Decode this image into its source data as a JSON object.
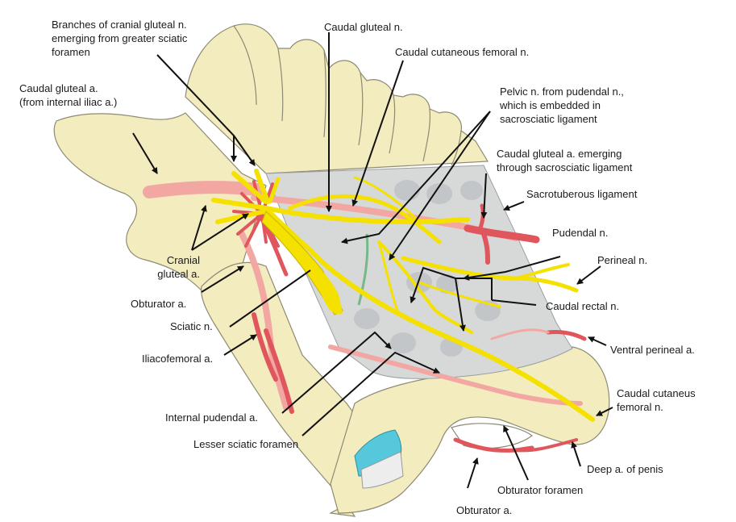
{
  "colors": {
    "bone": "#f3ecbf",
    "bone_outline": "#8d8a74",
    "ligament": "#d7d8d8",
    "ligament_spot": "#c2c6c8",
    "nerve": "#f5e100",
    "nerve_outline": "#c9b400",
    "artery": "#e0565d",
    "artery_light": "#f2a7a3",
    "leader": "#111111",
    "cartilage": "#55c9db",
    "green_vessel": "#76b88a"
  },
  "labels": {
    "branches_cranial_gluteal": [
      "Branches of cranial gluteal n.",
      "emerging from greater sciatic",
      "foramen"
    ],
    "caudal_gluteal_n": [
      "Caudal gluteal n."
    ],
    "caudal_cutaneous_femoral_top": [
      "Caudal cutaneous femoral n."
    ],
    "caudal_gluteal_a": [
      "Caudal gluteal a.",
      "(from internal iliac a.)"
    ],
    "pelvic_n": [
      "Pelvic n. from pudendal n.,",
      "which is embedded in",
      "sacrosciatic ligament"
    ],
    "caudal_gluteal_a_emerging": [
      "Caudal gluteal a. emerging",
      "through sacrosciatic ligament"
    ],
    "sacrotuberous": [
      "Sacrotuberous ligament"
    ],
    "pudendal_n": [
      "Pudendal n."
    ],
    "perineal_n": [
      "Perineal n."
    ],
    "cranial_gluteal_a": [
      "Cranial",
      "gluteal a."
    ],
    "obturator_a_left": [
      "Obturator a."
    ],
    "caudal_rectal_n": [
      "Caudal rectal n."
    ],
    "sciatic_n": [
      "Sciatic n."
    ],
    "ventral_perineal_a": [
      "Ventral perineal a."
    ],
    "iliacofemoral_a": [
      "Iliacofemoral a."
    ],
    "caudal_cutaneus_femoral_bottom": [
      "Caudal cutaneus",
      "femoral n."
    ],
    "internal_pudendal_a": [
      "Internal pudendal a."
    ],
    "lesser_sciatic_foramen": [
      "Lesser sciatic foramen"
    ],
    "deep_a_penis": [
      "Deep a. of penis"
    ],
    "obturator_foramen": [
      "Obturator foramen"
    ],
    "obturator_a_bottom": [
      "Obturator a."
    ]
  }
}
